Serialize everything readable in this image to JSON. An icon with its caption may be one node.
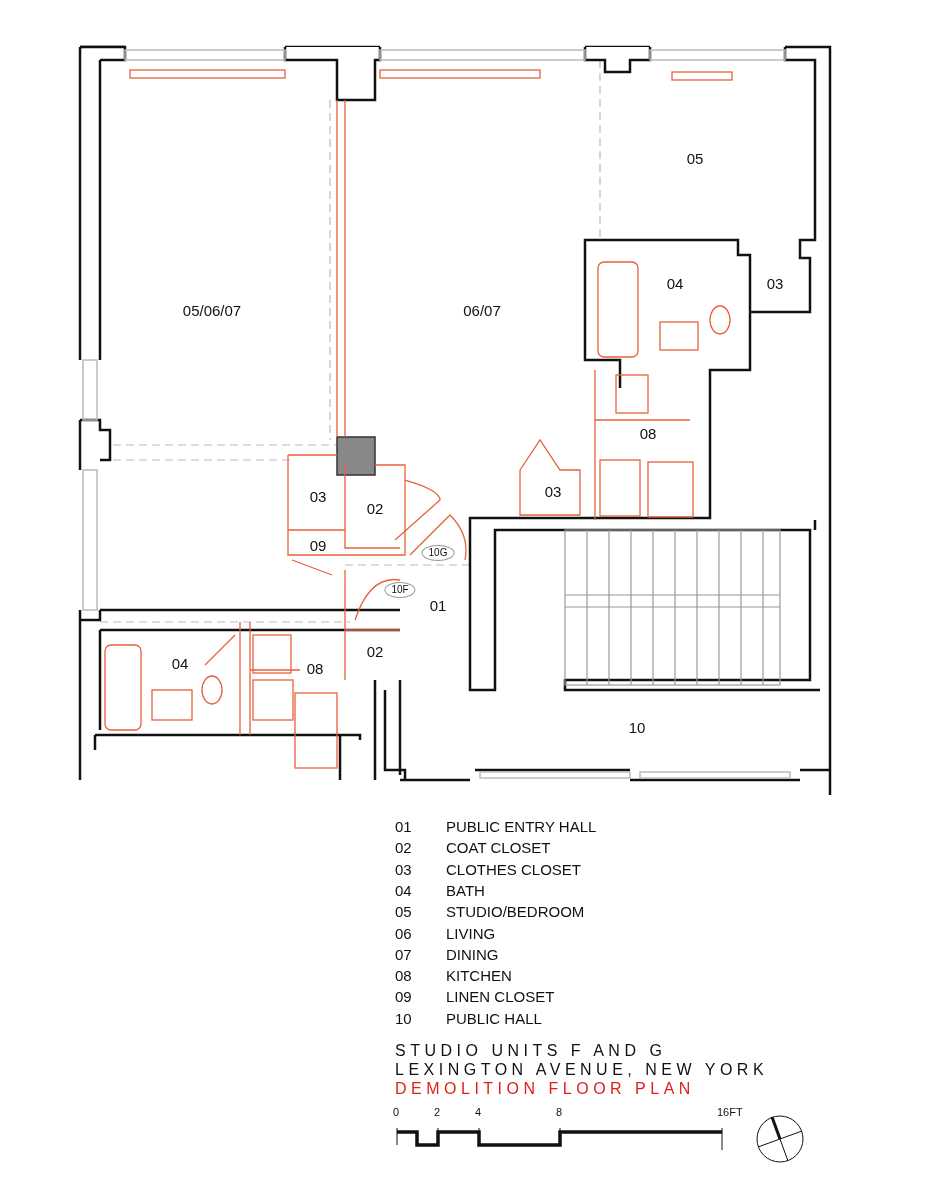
{
  "diagram": {
    "labels": [
      "05",
      "05/06/07",
      "06/07",
      "04",
      "03",
      "08",
      "03",
      "02",
      "03",
      "09",
      "10G",
      "10F",
      "01",
      "04",
      "08",
      "02",
      "10",
      "01",
      "PUBLIC ENTRY HALL",
      "02",
      "COAT CLOSET",
      "03",
      "CLOTHES CLOSET",
      "04",
      "BATH",
      "05",
      "STUDIO/BEDROOM",
      "06",
      "LIVING",
      "07",
      "DINING",
      "08",
      "KITCHEN",
      "09",
      "LINEN CLOSET",
      "10",
      "PUBLIC HALL",
      "STUDIO UNITS F AND G",
      "LEXINGTON AVENUE, NEW YORK",
      "DEMOLITION FLOOR PLAN",
      "0",
      "2",
      "4",
      "8",
      "16FT"
    ]
  }
}
